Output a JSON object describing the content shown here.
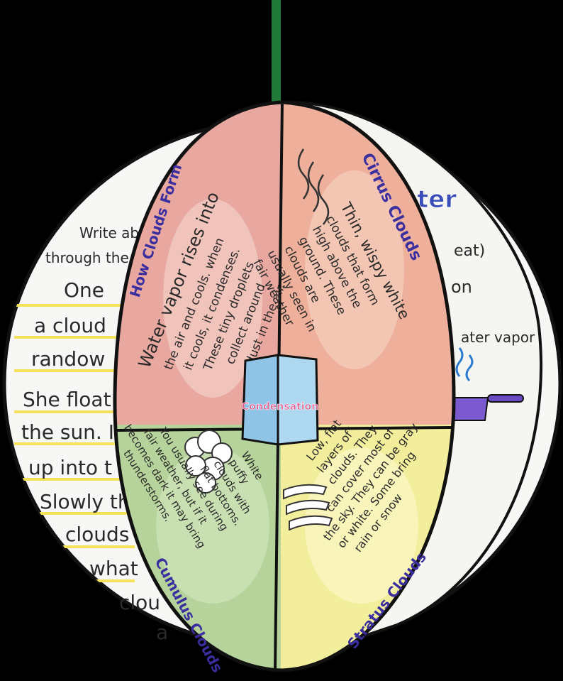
{
  "back_left": {
    "prompt_lines": [
      "Write ab",
      "through the"
    ],
    "story_lines": [
      "One",
      "a cloud",
      "randow",
      "She float",
      "the sun. I",
      "up into t",
      "Slowly the",
      "clouds",
      "what",
      "clou",
      "a"
    ]
  },
  "back_right": {
    "title_fragment": "ater",
    "lines": [
      "eat)",
      "on",
      "ater vapor"
    ]
  },
  "panels": {
    "top_left": {
      "title": "How Clouds Form",
      "lines": [
        "Water vapor rises into",
        "the air and cools. when",
        "it cools, it condenses.",
        "These tiny droplets",
        "collect around",
        "dust in the air."
      ]
    },
    "top_right": {
      "title": "Cirrus Clouds",
      "lines": [
        "Thin, wispy white",
        "clouds that form",
        "high above the",
        "ground. These",
        "clouds are",
        "usually seen in",
        "fair weather"
      ]
    },
    "bottom_left": {
      "title": "Cumulus Clouds",
      "lines": [
        "White",
        "puffy",
        "clouds with",
        "flat bottoms.",
        "You usually see during",
        "fair weather, but if it",
        "becomes dark it may bring",
        "thunderstorms."
      ]
    },
    "bottom_right": {
      "title": "Stratus Clouds",
      "lines": [
        "Low, flat",
        "layers of",
        "clouds. They",
        "can cover most of",
        "the sky. They can be gray",
        "or white. Some bring",
        "rain or snow"
      ]
    }
  },
  "center_label": "Condensation",
  "colors": {
    "background": "#000000",
    "string": "#1f7a3a",
    "panel_red": "#e8a8a0",
    "panel_orange": "#eeb09a",
    "panel_green": "#b5d39a",
    "panel_yellow": "#f2ee9c",
    "center_blue": "#9fd0ec",
    "title_ink": "#3b2fa0",
    "highlight_yellow": "#f3e25a"
  },
  "icons": [
    "cloud-icon",
    "wisp-icon",
    "layer-icon",
    "steam-icon",
    "pan-icon"
  ]
}
